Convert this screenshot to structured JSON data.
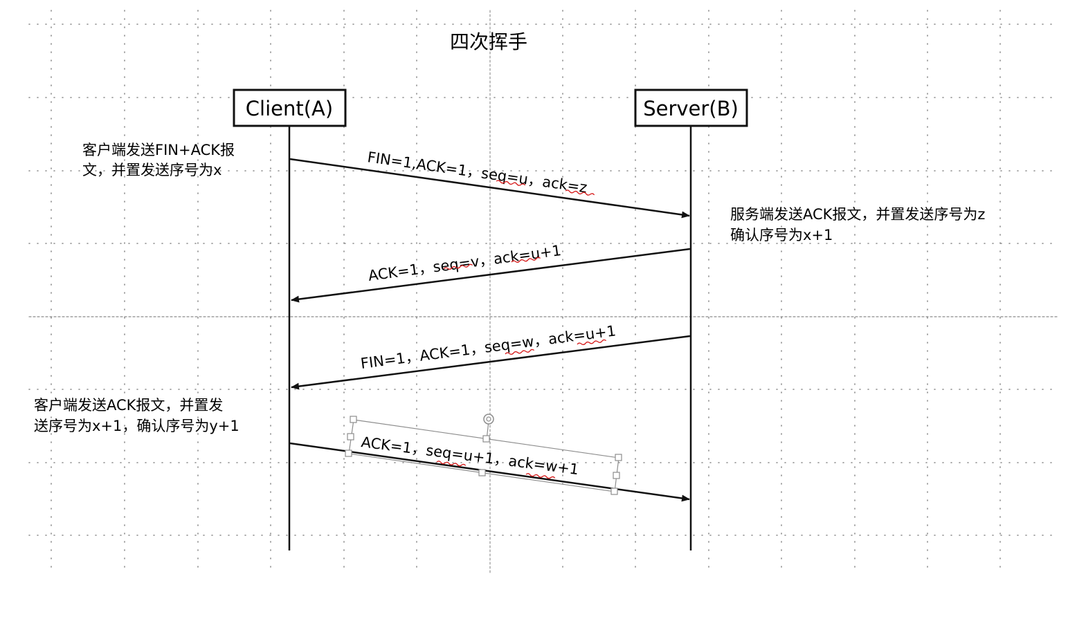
{
  "diagram": {
    "title": "四次挥手",
    "participants": {
      "client": "Client(A)",
      "server": "Server(B)"
    },
    "notes": {
      "client_fin": [
        "客户端发送FIN+ACK报",
        "文，并置发送序号为x"
      ],
      "server_ack": [
        "服务端发送ACK报文，并置发送序号为z",
        "确认序号为x+1"
      ],
      "client_ack": [
        "客户端发送ACK报文，并置发",
        "送序号为x+1，确认序号为y+1"
      ]
    },
    "messages": {
      "m1": "FIN=1,ACK=1，seq=u，ack=z",
      "m2": "ACK=1，seq=v，ack=u+1",
      "m3": "FIN=1，ACK=1，seq=w，ack=u+1",
      "m4": "ACK=1，seq=u+1，ack=w+1"
    },
    "colors": {
      "line": "#111111",
      "grid": "#8a8a8a",
      "selection": "#8c8c8c"
    }
  }
}
